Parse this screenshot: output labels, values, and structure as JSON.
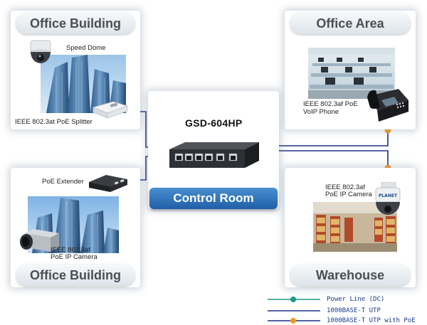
{
  "panels": {
    "top_left": {
      "title": "Office Building",
      "speed_dome": "Speed Dome",
      "splitter": "IEEE 802.3at PoE Splitter"
    },
    "top_right": {
      "title": "Office Area",
      "phone_line1": "IEEE 802.3af PoE",
      "phone_line2": "VoIP Phone"
    },
    "bottom_left": {
      "title": "Office Building",
      "extender": "PoE Extender",
      "camera_line1": "IEEE 802.3af",
      "camera_line2": "PoE IP Camera"
    },
    "bottom_right": {
      "title": "Warehouse",
      "camera_line1": "IEEE 802.3af",
      "camera_line2": "PoE IP Camera",
      "camera_brand": "PLANET"
    }
  },
  "center": {
    "switch_model": "GSD-604HP",
    "room_label": "Control Room"
  },
  "legend": [
    {
      "label": "Power Line (DC)",
      "color": "#1a9a8a",
      "marker": "teal-dot"
    },
    {
      "label": "1000BASE-T UTP",
      "color": "#1a2f8c",
      "marker": "none"
    },
    {
      "label": "1000BASE-T UTP with PoE",
      "color": "#1a2f8c",
      "marker": "orange-dot"
    }
  ],
  "colors": {
    "utp": "#1a2f8c",
    "power": "#1a9a8a",
    "poe_marker": "#f39a1c",
    "room_blue": "#2e72bd"
  }
}
